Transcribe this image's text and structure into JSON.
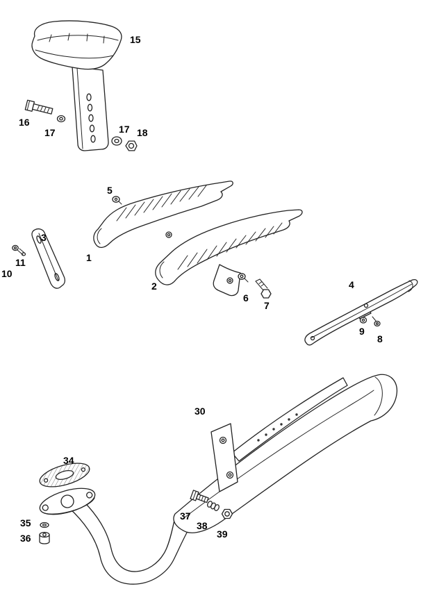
{
  "diagram": {
    "colors": {
      "background": "#ffffff",
      "line": "#222222",
      "label": "#000000"
    },
    "callouts": [
      {
        "label": "15"
      },
      {
        "label": "16"
      },
      {
        "label": "17"
      },
      {
        "label": "17"
      },
      {
        "label": "18"
      },
      {
        "label": "5"
      },
      {
        "label": "1"
      },
      {
        "label": "3"
      },
      {
        "label": "11"
      },
      {
        "label": "10"
      },
      {
        "label": "2"
      },
      {
        "label": "6"
      },
      {
        "label": "7"
      },
      {
        "label": "4"
      },
      {
        "label": "9"
      },
      {
        "label": "8"
      },
      {
        "label": "30"
      },
      {
        "label": "34"
      },
      {
        "label": "35"
      },
      {
        "label": "36"
      },
      {
        "label": "37"
      },
      {
        "label": "38"
      },
      {
        "label": "39"
      }
    ]
  }
}
